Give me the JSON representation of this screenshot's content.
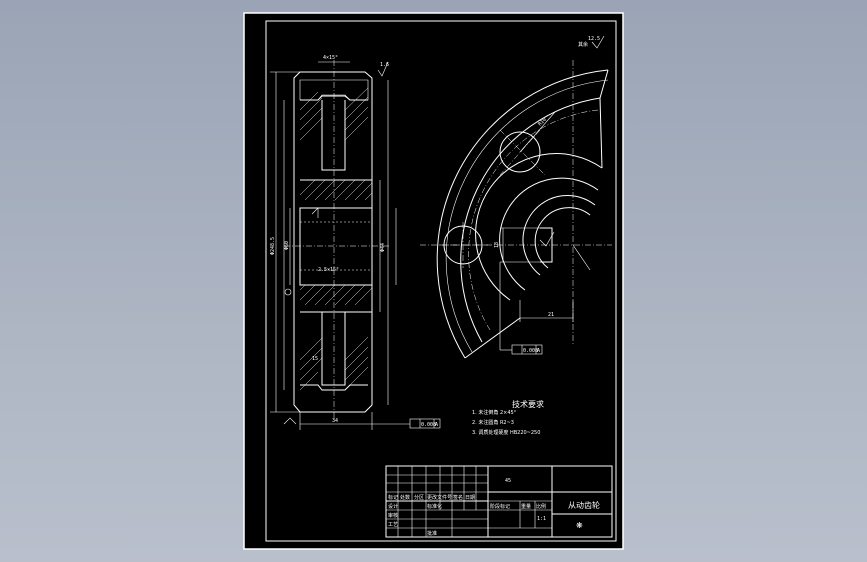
{
  "drawing": {
    "background_color": "#000000",
    "line_color": "#ffffff",
    "desktop_color": "#a3acbb"
  },
  "dimensions": {
    "top_chamfer": "4×15°",
    "roughness_top": "1.6",
    "roughness_corner": "12.5",
    "corner_symbol": "其余",
    "bore_chamfer": "2.5×15°",
    "hub_width": "15",
    "face_width": "34",
    "tolerance_box": "0.008",
    "datum": "A",
    "key_radius": "R10",
    "key_width": "18",
    "key_depth": "21",
    "lower_tol_box": "0.008",
    "hub_dia_label": "Φ60",
    "diam_left": "Φ248.5",
    "diam_center": "Φ44"
  },
  "notes": {
    "title": "技术要求",
    "items": [
      "1. 未注倒角 2×45°",
      "2. 未注圆角 R2~3",
      "3. 调质处理硬度 HB220~250"
    ]
  },
  "title_block": {
    "part_name": "从动齿轮",
    "material": "45",
    "scale": "比例",
    "sheet": "1:1",
    "row_labels": [
      "标记",
      "处数",
      "分区",
      "更改文件号",
      "签名",
      "日期"
    ],
    "role_labels": [
      "设计",
      "审核",
      "工艺"
    ],
    "std_label": "标准化",
    "approve_label": "批准",
    "weight_label": "重量",
    "stage_label": "阶段标记",
    "symbol": "❋"
  }
}
